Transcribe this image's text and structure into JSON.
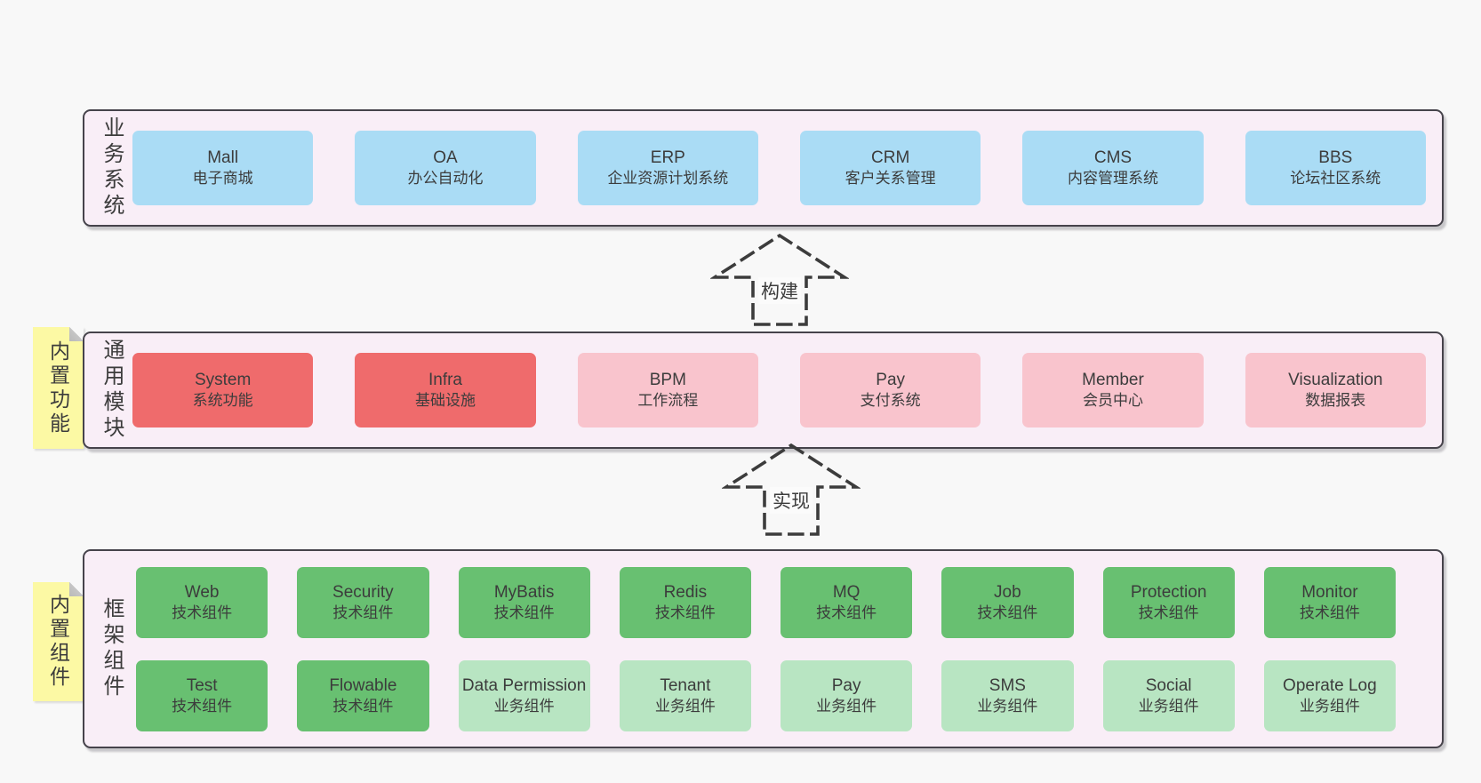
{
  "colors": {
    "page_bg": "#f8f8f8",
    "panel_bg": "#f9eef7",
    "panel_border": "#46434b",
    "blue_box": "#aadcf5",
    "red_box": "#ef6b6c",
    "pink_box": "#f9c4cd",
    "green_dark_box": "#68c071",
    "green_light_box": "#b8e5c2",
    "note_yellow": "#fcf9a4",
    "text": "#3c3c3c"
  },
  "arrows": [
    {
      "label": "构建"
    },
    {
      "label": "实现"
    }
  ],
  "notes": [
    {
      "text": "内置功能"
    },
    {
      "text": "内置组件"
    }
  ],
  "layers": {
    "business": {
      "label": "业务系统",
      "boxes": [
        {
          "en": "Mall",
          "cn": "电子商城",
          "style": "blue"
        },
        {
          "en": "OA",
          "cn": "办公自动化",
          "style": "blue"
        },
        {
          "en": "ERP",
          "cn": "企业资源计划系统",
          "style": "blue"
        },
        {
          "en": "CRM",
          "cn": "客户关系管理",
          "style": "blue"
        },
        {
          "en": "CMS",
          "cn": "内容管理系统",
          "style": "blue"
        },
        {
          "en": "BBS",
          "cn": "论坛社区系统",
          "style": "blue"
        }
      ]
    },
    "modules": {
      "label": "通用模块",
      "boxes": [
        {
          "en": "System",
          "cn": "系统功能",
          "style": "red"
        },
        {
          "en": "Infra",
          "cn": "基础设施",
          "style": "red"
        },
        {
          "en": "BPM",
          "cn": "工作流程",
          "style": "pink"
        },
        {
          "en": "Pay",
          "cn": "支付系统",
          "style": "pink"
        },
        {
          "en": "Member",
          "cn": "会员中心",
          "style": "pink"
        },
        {
          "en": "Visualization",
          "cn": "数据报表",
          "style": "pink"
        }
      ]
    },
    "components": {
      "label": "框架组件",
      "row1": [
        {
          "en": "Web",
          "cn": "技术组件",
          "style": "green-dark"
        },
        {
          "en": "Security",
          "cn": "技术组件",
          "style": "green-dark"
        },
        {
          "en": "MyBatis",
          "cn": "技术组件",
          "style": "green-dark"
        },
        {
          "en": "Redis",
          "cn": "技术组件",
          "style": "green-dark"
        },
        {
          "en": "MQ",
          "cn": "技术组件",
          "style": "green-dark"
        },
        {
          "en": "Job",
          "cn": "技术组件",
          "style": "green-dark"
        },
        {
          "en": "Protection",
          "cn": "技术组件",
          "style": "green-dark"
        },
        {
          "en": "Monitor",
          "cn": "技术组件",
          "style": "green-dark"
        }
      ],
      "row2": [
        {
          "en": "Test",
          "cn": "技术组件",
          "style": "green-dark"
        },
        {
          "en": "Flowable",
          "cn": "技术组件",
          "style": "green-dark"
        },
        {
          "en": "Data Permission",
          "cn": "业务组件",
          "style": "green-light"
        },
        {
          "en": "Tenant",
          "cn": "业务组件",
          "style": "green-light"
        },
        {
          "en": "Pay",
          "cn": "业务组件",
          "style": "green-light"
        },
        {
          "en": "SMS",
          "cn": "业务组件",
          "style": "green-light"
        },
        {
          "en": "Social",
          "cn": "业务组件",
          "style": "green-light"
        },
        {
          "en": "Operate Log",
          "cn": "业务组件",
          "style": "green-light"
        }
      ]
    }
  }
}
